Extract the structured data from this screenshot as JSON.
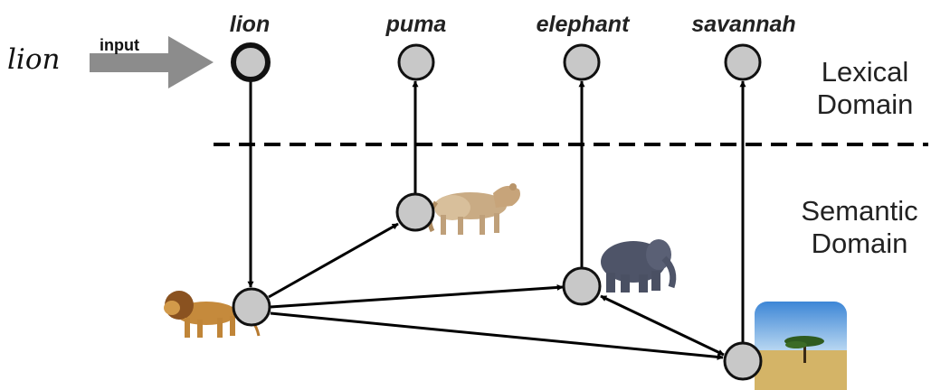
{
  "lexical_words": [
    "lion",
    "puma",
    "elephant",
    "savannah"
  ],
  "input_word": "lion",
  "input_label": "input",
  "domains": {
    "lexical": [
      "Lexical",
      "Domain"
    ],
    "semantic": [
      "Semantic",
      "Domain"
    ]
  },
  "images": {
    "lion": "lion",
    "puma": "puma",
    "elephant": "elephant",
    "savannah": "savannah"
  },
  "colors": {
    "node_fill": "#c8c8c8",
    "stroke": "#111111",
    "arrow": "#8c8c8c"
  }
}
